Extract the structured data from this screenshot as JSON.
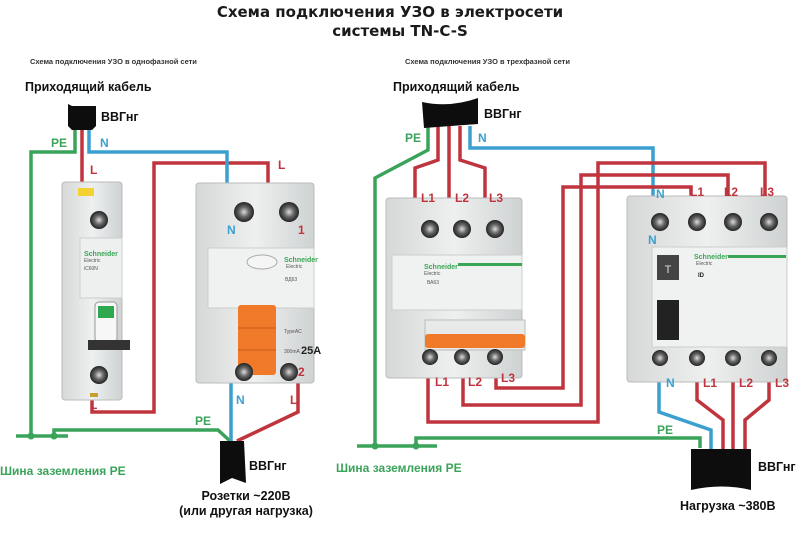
{
  "title": {
    "line1": "Схема подключения УЗО в электросети",
    "line2": "системы TN-C-S"
  },
  "colors": {
    "phase": "#c0343e",
    "neutral": "#3aa0d0",
    "pe": "#3aa35a",
    "cable": "#0d0d0d",
    "handle": "#f07a2a"
  },
  "single_phase": {
    "subtitle": "Схема подключения УЗО в однофазной сети",
    "incoming_label": "Приходящий кабель",
    "incoming_cable": "ВВГнг",
    "wire_labels": {
      "pe": "PE",
      "n": "N",
      "l": "L"
    },
    "breaker": {
      "brand": "Schneider",
      "brand_sub": "Electric",
      "model": "iC60N",
      "top_label": "L",
      "bottom_label": "L"
    },
    "rcd": {
      "brand": "Schneider",
      "brand_sub": "Electric",
      "model": "ВД63",
      "rating": "25A",
      "sens": "300mA",
      "type": "TypeAC",
      "top_n": "N",
      "top_1": "1",
      "bottom_2": "2",
      "top_l": "L",
      "bottom_n": "N",
      "bottom_l": "L"
    },
    "pe_out_label": "PE",
    "ground_bus": "Шина заземления PE",
    "load_cable": "ВВГнг",
    "load_line1": "Розетки ~220В",
    "load_line2": "(или другая нагрузка)"
  },
  "three_phase": {
    "subtitle": "Схема подключения УЗО в трехфазной сети",
    "incoming_label": "Приходящий кабель",
    "incoming_cable": "ВВГнг",
    "wire_labels": {
      "pe": "PE",
      "n": "N"
    },
    "breaker": {
      "brand": "Schneider",
      "brand_sub": "Electric",
      "model": "ВА63",
      "top": [
        "L1",
        "L2",
        "L3"
      ],
      "bottom": [
        "L1",
        "L2",
        "L3"
      ]
    },
    "rcd": {
      "brand": "Schneider",
      "brand_sub": "Electric",
      "model": "ID",
      "test": "T",
      "top": [
        "N",
        "L1",
        "L2",
        "L3"
      ],
      "n_side": "N",
      "bottom": [
        "N",
        "L1",
        "L2",
        "L3"
      ]
    },
    "pe_out_label": "PE",
    "ground_bus": "Шина заземления PE",
    "load_cable": "ВВГнг",
    "load_line1": "Нагрузка ~380В"
  }
}
